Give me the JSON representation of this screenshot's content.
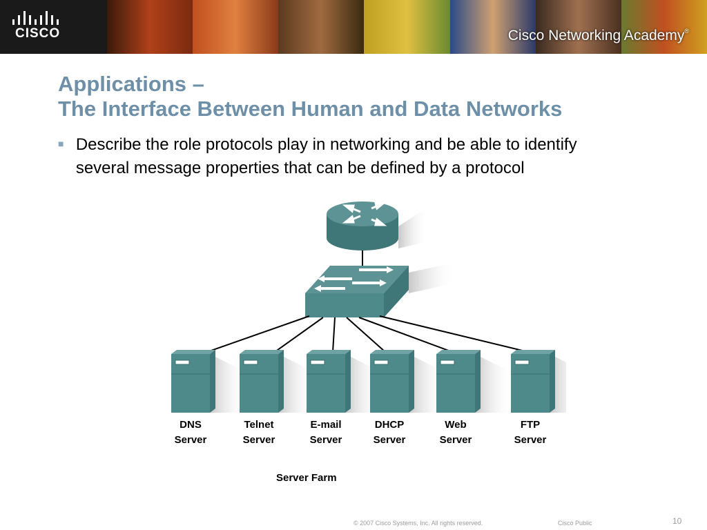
{
  "header": {
    "logo_text": "CISCO",
    "academy_text": "Cisco Networking Academy",
    "academy_reg": "®"
  },
  "slide": {
    "title_line1": "Applications –",
    "title_line2": "The Interface Between Human and Data Networks",
    "bullet": "Describe the role protocols play in networking and be able to identify several message properties that can be defined by a protocol"
  },
  "diagram": {
    "servers": [
      {
        "line1": "DNS",
        "line2": "Server"
      },
      {
        "line1": "Telnet",
        "line2": "Server"
      },
      {
        "line1": "E-mail",
        "line2": "Server"
      },
      {
        "line1": "DHCP",
        "line2": "Server"
      },
      {
        "line1": "Web",
        "line2": "Server"
      },
      {
        "line1": "FTP",
        "line2": "Server"
      }
    ],
    "farm_label": "Server Farm",
    "device_color": "#4f8a8b"
  },
  "footer": {
    "copyright": "© 2007 Cisco Systems, Inc. All rights reserved.",
    "classification": "Cisco Public",
    "page_number": "10"
  },
  "colors": {
    "title": "#6e8fa8",
    "banner": "#1a1a1a"
  }
}
